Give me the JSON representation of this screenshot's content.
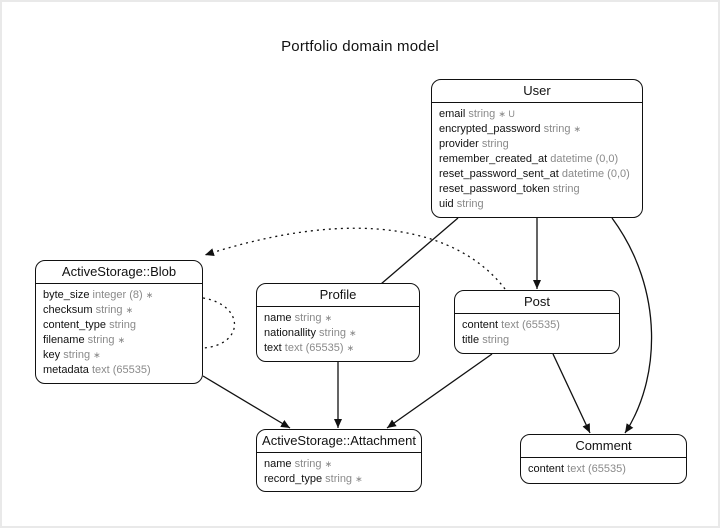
{
  "diagram": {
    "title": "Portfolio domain model"
  },
  "entities": {
    "user": {
      "name": "User",
      "attributes": [
        {
          "name": "email",
          "type": "string",
          "flag": "∗ U"
        },
        {
          "name": "encrypted_password",
          "type": "string",
          "flag": "∗"
        },
        {
          "name": "provider",
          "type": "string",
          "flag": ""
        },
        {
          "name": "remember_created_at",
          "type": "datetime (0,0)",
          "flag": ""
        },
        {
          "name": "reset_password_sent_at",
          "type": "datetime (0,0)",
          "flag": ""
        },
        {
          "name": "reset_password_token",
          "type": "string",
          "flag": ""
        },
        {
          "name": "uid",
          "type": "string",
          "flag": ""
        }
      ]
    },
    "blob": {
      "name": "ActiveStorage::Blob",
      "attributes": [
        {
          "name": "byte_size",
          "type": "integer (8)",
          "flag": "∗"
        },
        {
          "name": "checksum",
          "type": "string",
          "flag": "∗"
        },
        {
          "name": "content_type",
          "type": "string",
          "flag": ""
        },
        {
          "name": "filename",
          "type": "string",
          "flag": "∗"
        },
        {
          "name": "key",
          "type": "string",
          "flag": "∗"
        },
        {
          "name": "metadata",
          "type": "text (65535)",
          "flag": ""
        }
      ]
    },
    "profile": {
      "name": "Profile",
      "attributes": [
        {
          "name": "name",
          "type": "string",
          "flag": "∗"
        },
        {
          "name": "nationallity",
          "type": "string",
          "flag": "∗"
        },
        {
          "name": "text",
          "type": "text (65535)",
          "flag": "∗"
        }
      ]
    },
    "post": {
      "name": "Post",
      "attributes": [
        {
          "name": "content",
          "type": "text (65535)",
          "flag": ""
        },
        {
          "name": "title",
          "type": "string",
          "flag": ""
        }
      ]
    },
    "attachment": {
      "name": "ActiveStorage::Attachment",
      "attributes": [
        {
          "name": "name",
          "type": "string",
          "flag": "∗"
        },
        {
          "name": "record_type",
          "type": "string",
          "flag": "∗"
        }
      ]
    },
    "comment": {
      "name": "Comment",
      "attributes": [
        {
          "name": "content",
          "type": "text (65535)",
          "flag": ""
        }
      ]
    }
  },
  "relationships": [
    {
      "from": "User",
      "to": "Profile",
      "style": "solid",
      "arrow": false
    },
    {
      "from": "User",
      "to": "Post",
      "style": "solid",
      "arrow": true
    },
    {
      "from": "User",
      "to": "Comment",
      "style": "solid",
      "arrow": true
    },
    {
      "from": "Post",
      "to": "Comment",
      "style": "solid",
      "arrow": true
    },
    {
      "from": "Post",
      "to": "ActiveStorage::Blob",
      "style": "dotted",
      "arrow": true
    },
    {
      "from": "Post",
      "to": "ActiveStorage::Attachment",
      "style": "solid",
      "arrow": true
    },
    {
      "from": "Profile",
      "to": "ActiveStorage::Attachment",
      "style": "solid",
      "arrow": true
    },
    {
      "from": "ActiveStorage::Blob",
      "to": "ActiveStorage::Attachment",
      "style": "solid",
      "arrow": true
    },
    {
      "from": "ActiveStorage::Blob",
      "to": "ActiveStorage::Blob",
      "style": "dotted",
      "arrow": false
    }
  ]
}
